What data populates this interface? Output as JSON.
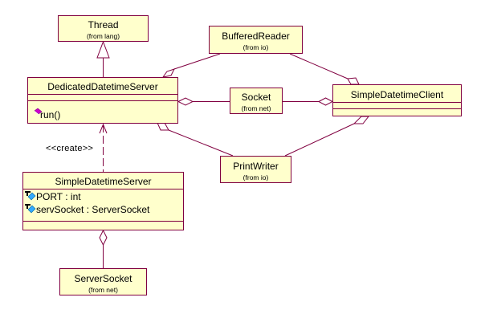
{
  "diagram": {
    "type": "UML class diagram",
    "classes": {
      "thread": {
        "name": "Thread",
        "package": "(from lang)"
      },
      "dedicated_server": {
        "name": "DedicatedDatetimeServer",
        "attributes": [],
        "operations": [
          {
            "icon": "public-operation-icon",
            "label": "run()"
          }
        ]
      },
      "buffered_reader": {
        "name": "BufferedReader",
        "package": "(from io)"
      },
      "socket": {
        "name": "Socket",
        "package": "(from net)"
      },
      "client": {
        "name": "SimpleDatetimeClient",
        "attributes": [],
        "operations": []
      },
      "print_writer": {
        "name": "PrintWriter",
        "package": "(from io)"
      },
      "simple_server": {
        "name": "SimpleDatetimeServer",
        "attributes": [
          {
            "icon": "static-attribute-icon",
            "label": "PORT : int"
          },
          {
            "icon": "static-attribute-icon",
            "label": "servSocket : ServerSocket"
          }
        ],
        "operations": []
      },
      "server_socket": {
        "name": "ServerSocket",
        "package": "(from net)"
      }
    },
    "relationships": [
      {
        "type": "generalization",
        "from": "DedicatedDatetimeServer",
        "to": "Thread"
      },
      {
        "type": "dependency",
        "from": "SimpleDatetimeServer",
        "to": "DedicatedDatetimeServer",
        "stereotype": "<<create>>"
      },
      {
        "type": "aggregation",
        "whole": "DedicatedDatetimeServer",
        "part": "BufferedReader"
      },
      {
        "type": "aggregation",
        "whole": "DedicatedDatetimeServer",
        "part": "Socket"
      },
      {
        "type": "aggregation",
        "whole": "DedicatedDatetimeServer",
        "part": "PrintWriter"
      },
      {
        "type": "aggregation",
        "whole": "SimpleDatetimeClient",
        "part": "BufferedReader"
      },
      {
        "type": "aggregation",
        "whole": "SimpleDatetimeClient",
        "part": "Socket"
      },
      {
        "type": "aggregation",
        "whole": "SimpleDatetimeClient",
        "part": "PrintWriter"
      },
      {
        "type": "aggregation",
        "whole": "SimpleDatetimeServer",
        "part": "ServerSocket"
      }
    ],
    "colors": {
      "border": "#800040",
      "fill": "#ffffcc",
      "operation_icon": "#cc00cc",
      "attribute_icon": "#33aaff"
    }
  }
}
